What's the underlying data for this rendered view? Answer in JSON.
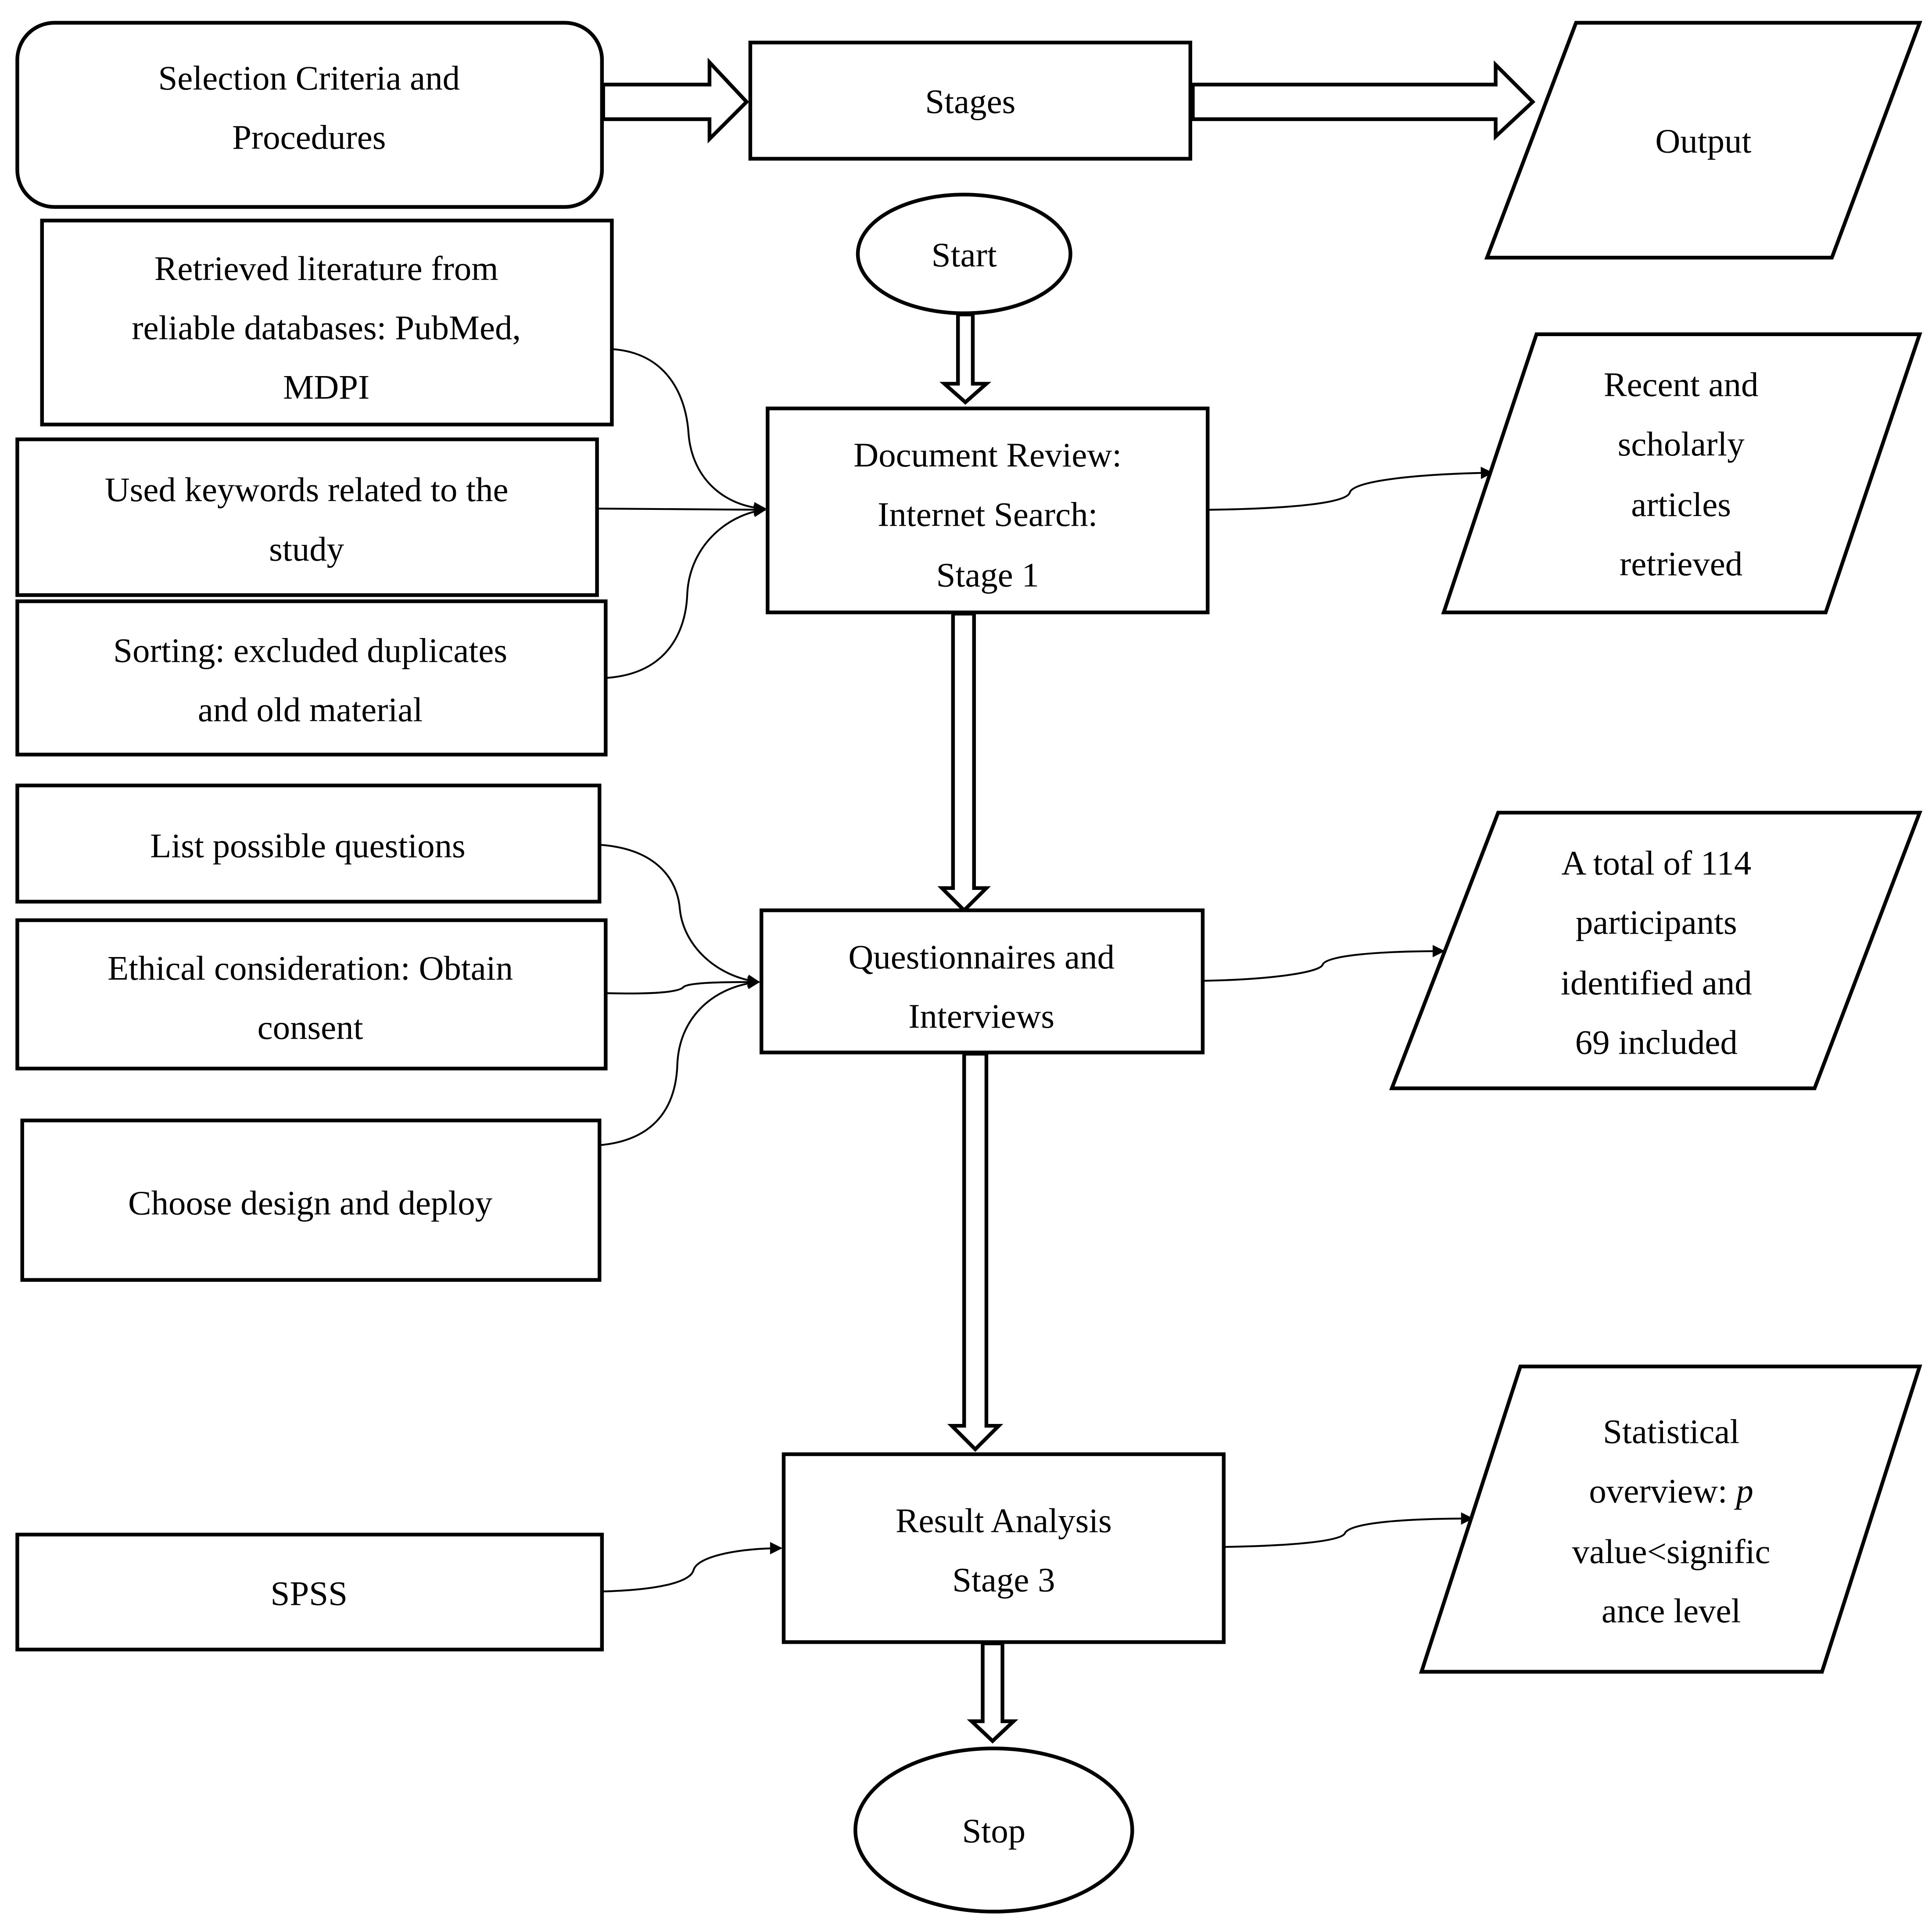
{
  "legend": {
    "criteria": [
      "Selection Criteria and",
      "Procedures"
    ],
    "stages": "Stages",
    "output": "Output"
  },
  "start": "Start",
  "stop": "Stop",
  "stage1": {
    "title": [
      "Document Review:",
      "Internet Search:",
      "Stage 1"
    ],
    "inputs": [
      [
        "Retrieved literature from",
        "reliable databases: PubMed,",
        "MDPI"
      ],
      [
        "Used keywords related to the",
        "study"
      ],
      [
        "Sorting: excluded duplicates",
        "and old material"
      ]
    ],
    "output": [
      "Recent and",
      "scholarly",
      "articles",
      "retrieved"
    ]
  },
  "stage2": {
    "title": [
      "Questionnaires and",
      "Interviews"
    ],
    "inputs": [
      [
        "List possible questions"
      ],
      [
        "Ethical consideration: Obtain",
        "consent"
      ],
      [
        "Choose design and deploy"
      ]
    ],
    "output": [
      "A total of 114",
      "participants",
      "identified and",
      "69 included"
    ]
  },
  "stage3": {
    "title": [
      "Result Analysis",
      "Stage 3"
    ],
    "inputs": [
      [
        "SPSS"
      ]
    ],
    "output": [
      "Statistical",
      "overview: ",
      "p",
      "value<signific",
      "ance level"
    ]
  }
}
